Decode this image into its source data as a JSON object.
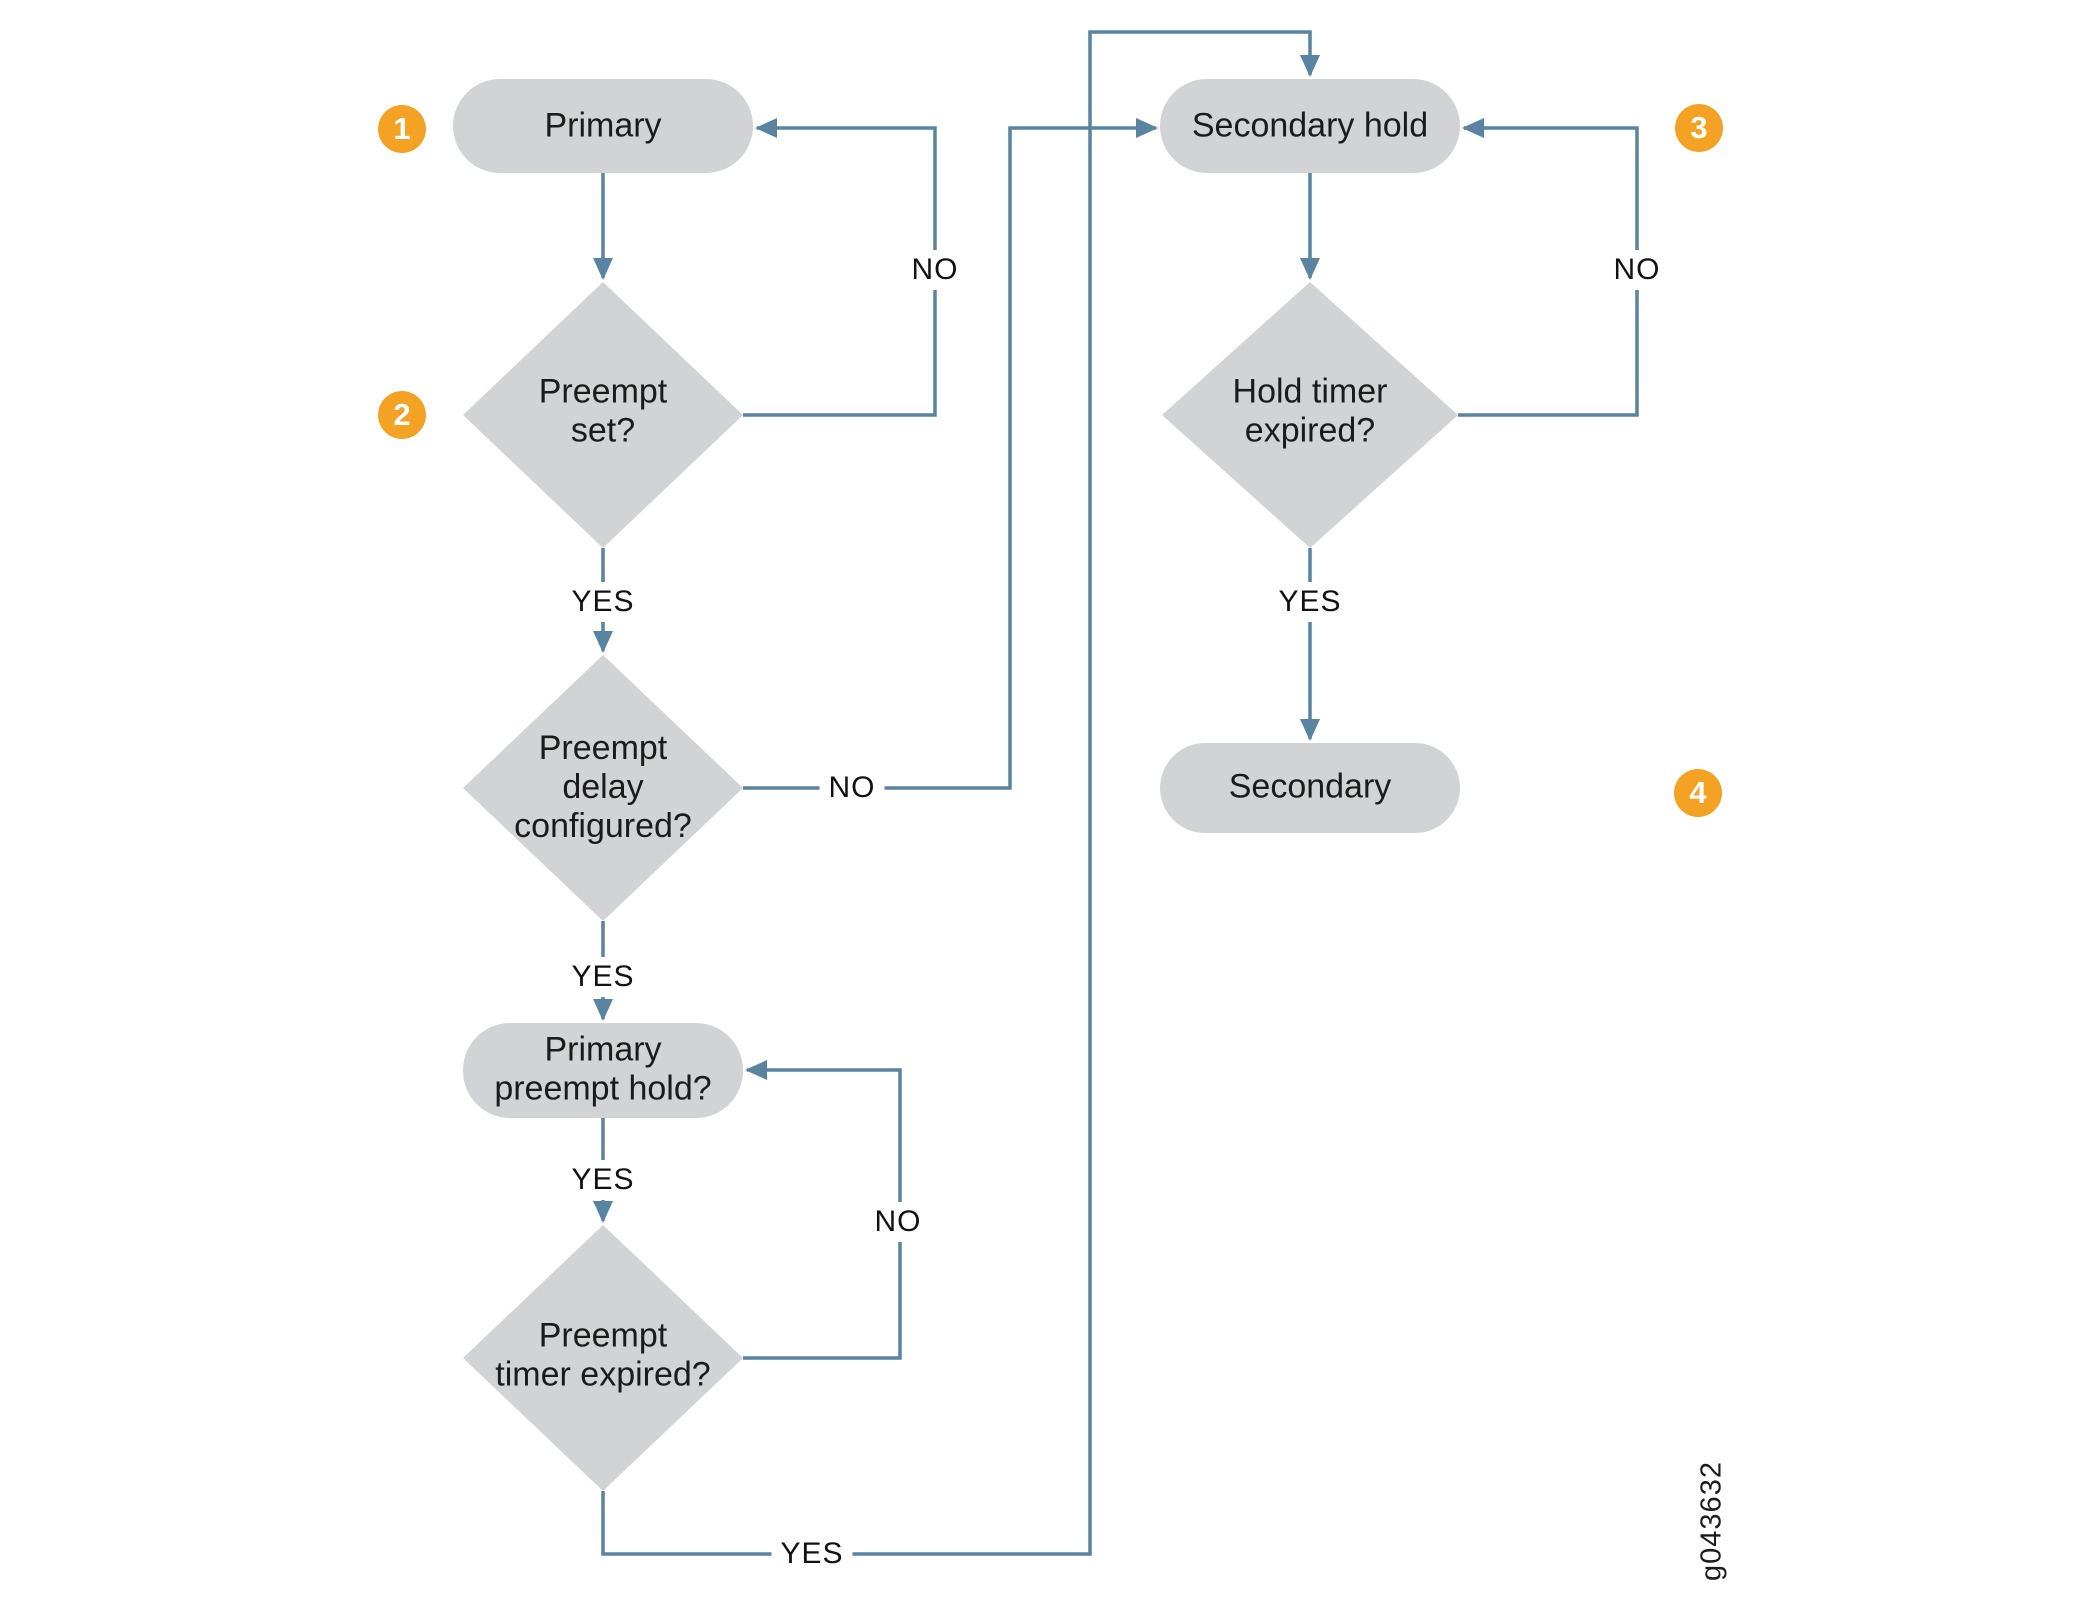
{
  "diagram": {
    "figure_id": "g043632",
    "palette": {
      "node_fill": "#d2d3d4",
      "connector": "#5884a1",
      "badge": "#f4a224",
      "badge_text": "#ffffff",
      "text": "#1b1b1b",
      "background": "#ffffff"
    },
    "nodes": {
      "primary": {
        "type": "state",
        "label": "Primary"
      },
      "preempt_set": {
        "type": "decision",
        "label": "Preempt\nset?"
      },
      "preempt_delay": {
        "type": "decision",
        "label": "Preempt\ndelay\nconfigured?"
      },
      "primary_preempt_hold": {
        "type": "state",
        "label": "Primary\npreempt hold?"
      },
      "preempt_timer": {
        "type": "decision",
        "label": "Preempt\ntimer expired?"
      },
      "secondary_hold": {
        "type": "state",
        "label": "Secondary hold"
      },
      "hold_timer": {
        "type": "decision",
        "label": "Hold timer\nexpired?"
      },
      "secondary": {
        "type": "state",
        "label": "Secondary"
      }
    },
    "badges": [
      {
        "n": "1",
        "anchor": "primary"
      },
      {
        "n": "2",
        "anchor": "preempt_set"
      },
      {
        "n": "3",
        "anchor": "secondary_hold"
      },
      {
        "n": "4",
        "anchor": "secondary"
      }
    ],
    "edges": [
      {
        "from": "primary",
        "to": "preempt_set",
        "label": ""
      },
      {
        "from": "preempt_set",
        "to": "primary",
        "label": "NO"
      },
      {
        "from": "preempt_set",
        "to": "preempt_delay",
        "label": "YES"
      },
      {
        "from": "preempt_delay",
        "to": "secondary_hold",
        "label": "NO"
      },
      {
        "from": "preempt_delay",
        "to": "primary_preempt_hold",
        "label": "YES"
      },
      {
        "from": "primary_preempt_hold",
        "to": "preempt_timer",
        "label": "YES"
      },
      {
        "from": "preempt_timer",
        "to": "primary_preempt_hold",
        "label": "NO"
      },
      {
        "from": "preempt_timer",
        "to": "secondary_hold",
        "label": "YES"
      },
      {
        "from": "secondary_hold",
        "to": "hold_timer",
        "label": ""
      },
      {
        "from": "hold_timer",
        "to": "secondary_hold",
        "label": "NO"
      },
      {
        "from": "hold_timer",
        "to": "secondary",
        "label": "YES"
      }
    ]
  }
}
